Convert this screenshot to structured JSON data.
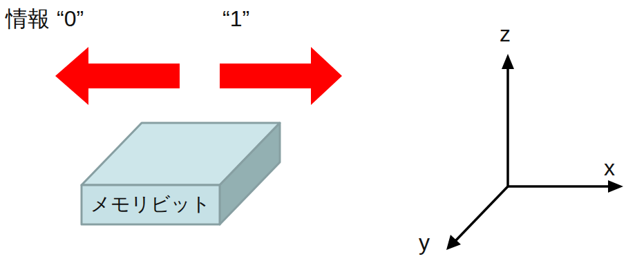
{
  "diagram": {
    "nodes": [
      {
        "text": [
          "メモリビット"
        ]
      }
    ],
    "labels": [
      "情報",
      "“0”",
      "“1”",
      "z",
      "x",
      "y"
    ]
  }
}
